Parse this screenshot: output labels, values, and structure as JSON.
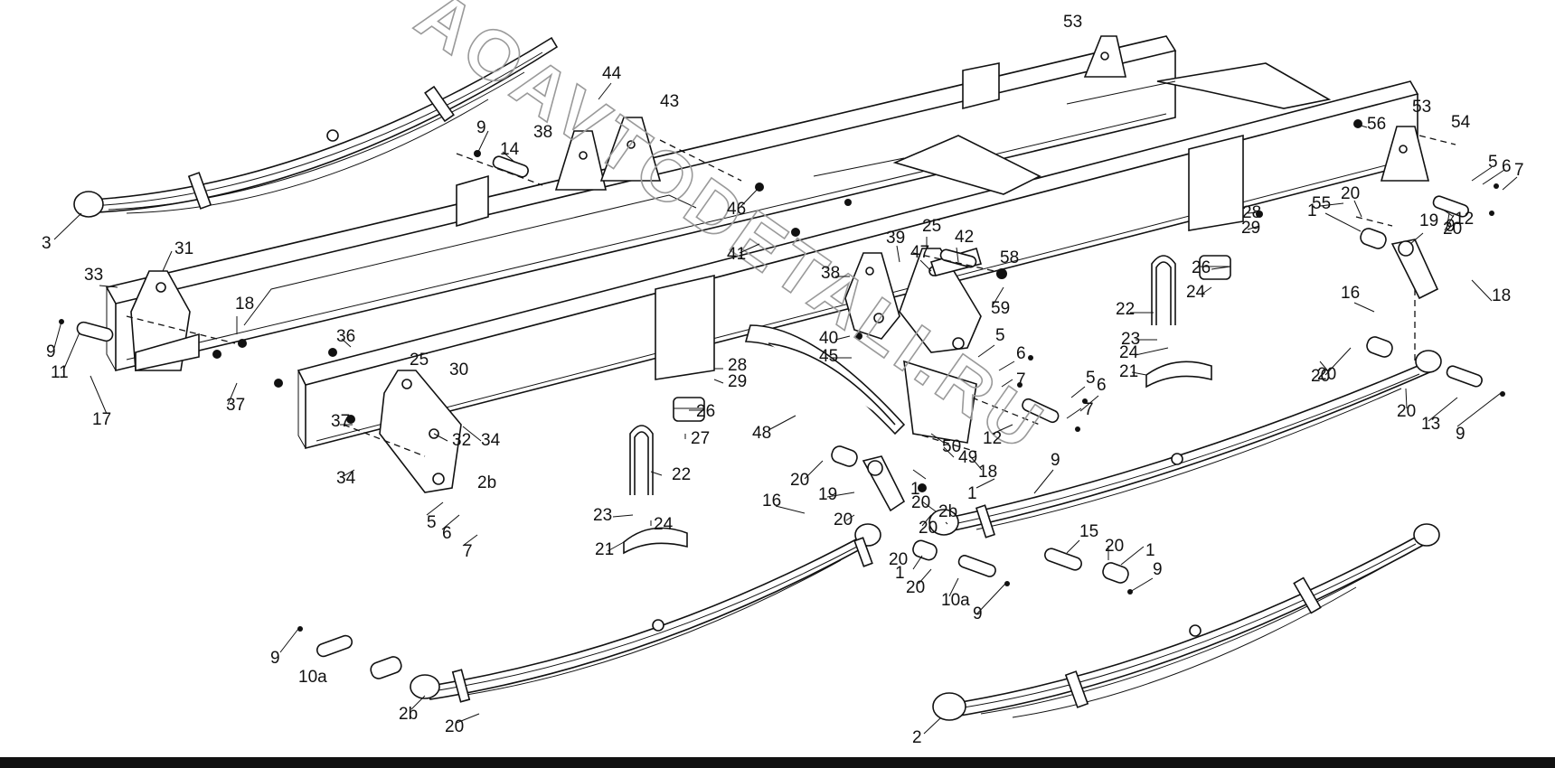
{
  "watermark": "AOAVTODETALI.RU",
  "colors": {
    "line": "#111111",
    "background": "#ffffff",
    "watermark": "#9a9a9a"
  },
  "part_labels": [
    "1",
    "1",
    "1",
    "1",
    "1",
    "2",
    "2b",
    "2b",
    "2b",
    "3",
    "5",
    "5",
    "5",
    "5",
    "6",
    "6",
    "6",
    "6",
    "7",
    "7",
    "7",
    "7",
    "9",
    "9",
    "9",
    "9",
    "9",
    "9",
    "9",
    "9",
    "10a",
    "10a",
    "11",
    "12",
    "12",
    "13",
    "14",
    "15",
    "16",
    "16",
    "17",
    "18",
    "18",
    "18",
    "19",
    "19",
    "20",
    "20",
    "20",
    "20",
    "20",
    "20",
    "20",
    "20",
    "20",
    "20",
    "20",
    "20",
    "20",
    "21",
    "21",
    "22",
    "22",
    "23",
    "23",
    "24",
    "24",
    "24",
    "25",
    "25",
    "26",
    "26",
    "27",
    "28",
    "28",
    "29",
    "29",
    "30",
    "31",
    "32",
    "33",
    "34",
    "34",
    "36",
    "37",
    "37",
    "38",
    "38",
    "39",
    "40",
    "41",
    "42",
    "43",
    "44",
    "45",
    "46",
    "47",
    "48",
    "49",
    "50",
    "53",
    "53",
    "54",
    "55",
    "56",
    "58",
    "59"
  ]
}
